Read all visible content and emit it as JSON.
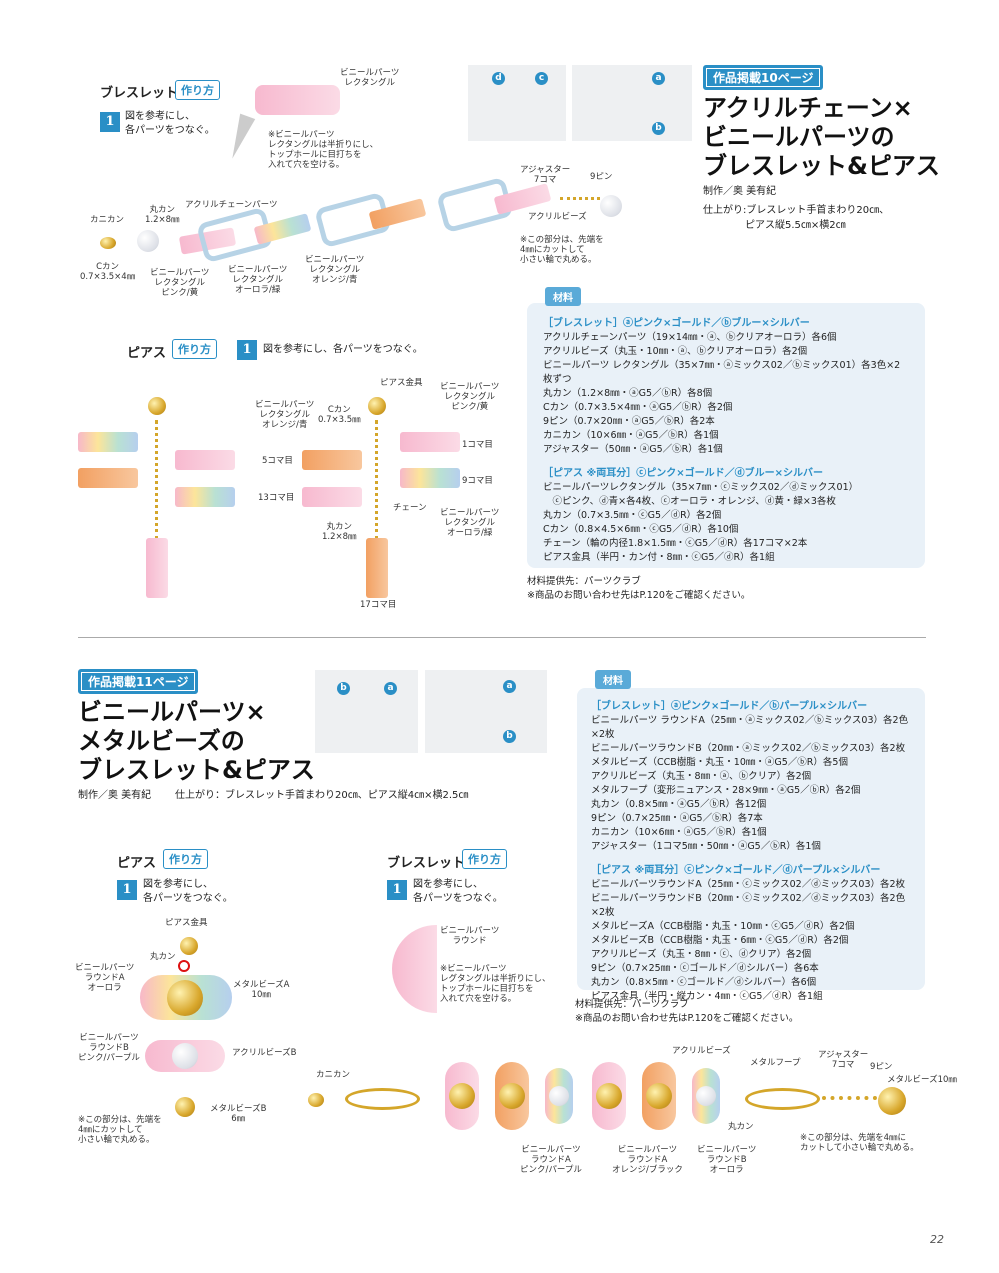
{
  "section1": {
    "tag": "作品掲載10ページ",
    "title": "アクリルチェーン×\nビニールパーツの\nブレスレット&ピアス",
    "credit": "制作／奥 美有紀",
    "finish1": "仕上がり:ブレスレット手首まわり20㎝、",
    "finish2": "ピアス縦5.5㎝×横2㎝",
    "photo_markers": [
      "d",
      "c",
      "a",
      "b"
    ],
    "bracelet": {
      "heading": "ブレスレット",
      "howto": "作り方",
      "step_num": "1",
      "step_text": "図を参考にし、\n各パーツをつなぐ。",
      "labels": {
        "vinyl_rect": "ビニールパーツ\nレクタングル",
        "note_fold": "※ビニールパーツ\nレクタングルは半折りにし、\nトップホールに目打ちを\n入れて穴を空ける。",
        "adjuster": "アジャスター\n7コマ",
        "pin9": "9ピン",
        "acrylic_beads": "アクリルビーズ",
        "note_cut": "※この部分は、先端を\n4㎜にカットして\n小さい輪で丸める。",
        "clasp": "カニカン",
        "jumpring": "丸カン\n1.2×8㎜",
        "acrylic_chain": "アクリルチェーンパーツ",
        "ccan": "Cカン\n0.7×3.5×4㎜",
        "vinyl_pink": "ビニールパーツ\nレクタングル\nピンク/黄",
        "vinyl_aurora": "ビニールパーツ\nレクタングル\nオーロラ/緑",
        "vinyl_orange": "ビニールパーツ\nレクタングル\nオレンジ/青"
      }
    },
    "earring": {
      "heading": "ピアス",
      "howto": "作り方",
      "step_num": "1",
      "step_text": "図を参考にし、各パーツをつなぐ。",
      "labels": {
        "post": "ピアス金具",
        "vinyl_orange": "ビニールパーツ\nレクタングル\nオレンジ/青",
        "ccan": "Cカン\n0.7×3.5㎜",
        "vinyl_pink": "ビニールパーツ\nレクタングル\nピンク/黄",
        "link1": "1コマ目",
        "link5": "5コマ目",
        "link9": "9コマ目",
        "link13": "13コマ目",
        "chain": "チェーン",
        "jumpring": "丸カン\n1.2×8㎜",
        "vinyl_aurora": "ビニールパーツ\nレクタングル\nオーロラ/緑",
        "link17": "17コマ目"
      }
    },
    "materials": {
      "tab": "材料",
      "groups": [
        {
          "heading": "［ブレスレット］ⓐピンク×ゴールド／ⓑブルー×シルバー",
          "items": [
            "アクリルチェーンパーツ（19×14㎜・ⓐ、ⓑクリアオーロラ）各6個",
            "アクリルビーズ（丸玉・10㎜・ⓐ、ⓑクリアオーロラ）各2個",
            "ビニールパーツ レクタングル（35×7㎜・ⓐミックス02／ⓑミックス01）各3色×2枚ずつ",
            "丸カン（1.2×8㎜・ⓐG5／ⓑR）各8個",
            "Cカン（0.7×3.5×4㎜・ⓐG5／ⓑR）各2個",
            "9ピン（0.7×20㎜・ⓐG5／ⓑR）各2本",
            "カニカン（10×6㎜・ⓐG5／ⓑR）各1個",
            "アジャスター（50㎜・ⓐG5／ⓑR）各1個"
          ]
        },
        {
          "heading": "［ピアス ※両耳分］ⓒピンク×ゴールド／ⓓブルー×シルバー",
          "items": [
            "ビニールパーツレクタングル（35×7㎜・ⓒミックス02／ⓓミックス01）",
            "　ⓒピンク、ⓓ青×各4枚、ⓒオーロラ・オレンジ、ⓓ黄・緑×3各枚",
            "丸カン（0.7×3.5㎜・ⓒG5／ⓓR）各2個",
            "Cカン（0.8×4.5×6㎜・ⓒG5／ⓓR）各10個",
            "チェーン（輪の内径1.8×1.5㎜・ⓒG5／ⓓR）各17コマ×2本",
            "ピアス金具（半円・カン付・8㎜・ⓒG5／ⓓR）各1組"
          ]
        }
      ],
      "supplier": "材料提供先：パーツクラブ",
      "inquiry": "※商品のお問い合わせ先はP.120をご確認ください。"
    }
  },
  "section2": {
    "tag": "作品掲載11ページ",
    "title": "ビニールパーツ×\nメタルビーズの\nブレスレット&ピアス",
    "credit": "制作／奥 美有紀",
    "finish": "仕上がり：ブレスレット手首まわり20㎝、ピアス縦4㎝×横2.5㎝",
    "photo_markers": [
      "b",
      "a",
      "a",
      "b"
    ],
    "earring": {
      "heading": "ピアス",
      "howto": "作り方",
      "step_num": "1",
      "step_text": "図を参考にし、\n各パーツをつなぐ。",
      "labels": {
        "post": "ピアス金具",
        "jumpring": "丸カン",
        "vinyl_a": "ビニールパーツ\nラウンドA\nオーロラ",
        "metal_a": "メタルビーズA\n10㎜",
        "vinyl_b": "ビニールパーツ\nラウンドB\nピンク/パープル",
        "acrylic_b": "アクリルビーズB",
        "metal_b": "メタルビーズB\n6㎜",
        "note_cut": "※この部分は、先端を\n4㎜にカットして\n小さい輪で丸める。"
      }
    },
    "bracelet": {
      "heading": "ブレスレット",
      "howto": "作り方",
      "step_num": "1",
      "step_text": "図を参考にし、\n各パーツをつなぐ。",
      "labels": {
        "vinyl_round": "ビニールパーツ\nラウンド",
        "note_fold": "※ビニールパーツ\nレグタングルは半折りにし、\nトップホールに目打ちを\n入れて穴を空ける。",
        "clasp": "カニカン",
        "acrylic_beads": "アクリルビーズ",
        "metal_hoop": "メタルフープ",
        "adjuster": "アジャスター\n7コマ",
        "pin9": "9ピン",
        "metal10": "メタルビーズ10㎜",
        "jumpring": "丸カン",
        "note_cut": "※この部分は、先端を4㎜に\nカットして小さい輪で丸める。",
        "vinyl_a_pink": "ビニールパーツ\nラウンドA\nピンク/パープル",
        "vinyl_a_orange": "ビニールパーツ\nラウンドA\nオレンジ/ブラック",
        "vinyl_b_aurora": "ビニールパーツ\nラウンドB\nオーロラ"
      }
    },
    "materials": {
      "tab": "材料",
      "groups": [
        {
          "heading": "［ブレスレット］ⓐピンク×ゴールド／ⓑパープル×シルバー",
          "items": [
            "ビニールパーツ ラウンドA（25㎜・ⓐミックス02／ⓑミックス03）各2色×2枚",
            "ビニールパーツラウンドB（20㎜・ⓐミックス02／ⓑミックス03）各2枚",
            "メタルビーズ（CCB樹脂・丸玉・10㎜・ⓐG5／ⓑR）各5個",
            "アクリルビーズ（丸玉・8㎜・ⓐ、ⓑクリア）各2個",
            "メタルフープ（変形ニュアンス・28×9㎜・ⓐG5／ⓑR）各2個",
            "丸カン（0.8×5㎜・ⓐG5／ⓑR）各12個",
            "9ピン（0.7×25㎜・ⓐG5／ⓑR）各7本",
            "カニカン（10×6㎜・ⓐG5／ⓑR）各1個",
            "アジャスター（1コマ5㎜・50㎜・ⓐG5／ⓑR）各1個"
          ]
        },
        {
          "heading": "［ピアス ※両耳分］ⓒピンク×ゴールド／ⓓパープル×シルバー",
          "items": [
            "ビニールパーツラウンドA（25㎜・ⓒミックス02／ⓓミックス03）各2枚",
            "ビニールパーツラウンドB（20㎜・ⓒミックス02／ⓓミックス03）各2色×2枚",
            "メタルビーズA（CCB樹脂・丸玉・10㎜・ⓒG5／ⓓR）各2個",
            "メタルビーズB（CCB樹脂・丸玉・6㎜・ⓒG5／ⓓR）各2個",
            "アクリルビーズ（丸玉・8㎜・ⓒ、ⓓクリア）各2個",
            "9ピン（0.7×25㎜・ⓒゴールド／ⓓシルバー）各6本",
            "丸カン（0.8×5㎜・ⓒゴールド／ⓓシルバー）各6個",
            "ピアス金具（半円・縦カン・4㎜・ⓒG5／ⓓR）各1組"
          ]
        }
      ],
      "supplier": "材料提供先：パーツクラブ",
      "inquiry": "※商品のお問い合わせ先はP.120をご確認ください。"
    }
  },
  "page_number": "22",
  "colors": {
    "accent": "#2a8fc6",
    "box": "#e9f1f8",
    "ring": "#dd1111"
  }
}
